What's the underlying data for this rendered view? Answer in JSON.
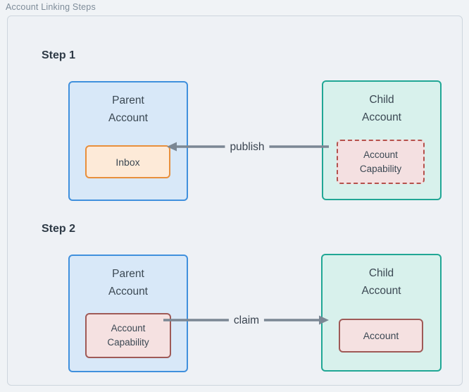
{
  "diagram_title": "Account Linking Steps",
  "steps": [
    {
      "heading": "Step 1",
      "parent": {
        "title_line1": "Parent",
        "title_line2": "Account",
        "inner_label": "Inbox"
      },
      "child": {
        "title_line1": "Child",
        "title_line2": "Account",
        "inner_label_line1": "Account",
        "inner_label_line2": "Capability"
      },
      "arrow_label": "publish",
      "arrow_direction": "right-to-left"
    },
    {
      "heading": "Step 2",
      "parent": {
        "title_line1": "Parent",
        "title_line2": "Account",
        "inner_label_line1": "Account",
        "inner_label_line2": "Capability"
      },
      "child": {
        "title_line1": "Child",
        "title_line2": "Account",
        "inner_label": "Account"
      },
      "arrow_label": "claim",
      "arrow_direction": "left-to-right"
    }
  ],
  "colors": {
    "page_background": "#f0f3f6",
    "container_background": "#eef1f5",
    "container_border": "#cdd5dd",
    "title_gray": "#7e8c99",
    "heading_dark": "#2e3a46",
    "box_text": "#3b4853",
    "parent_account_fill": "#d8e8f8",
    "parent_account_border": "#4090dd",
    "child_account_fill": "#d8f1ec",
    "child_account_border": "#21a795",
    "inbox_fill": "#fdead8",
    "inbox_border": "#e88f3c",
    "capability_dashed_fill": "#f4e0e1",
    "capability_dashed_border": "#b5514c",
    "capability_solid_fill": "#f5e1e1",
    "capability_solid_border": "#9f5a57",
    "arrow": "#7b8794"
  }
}
